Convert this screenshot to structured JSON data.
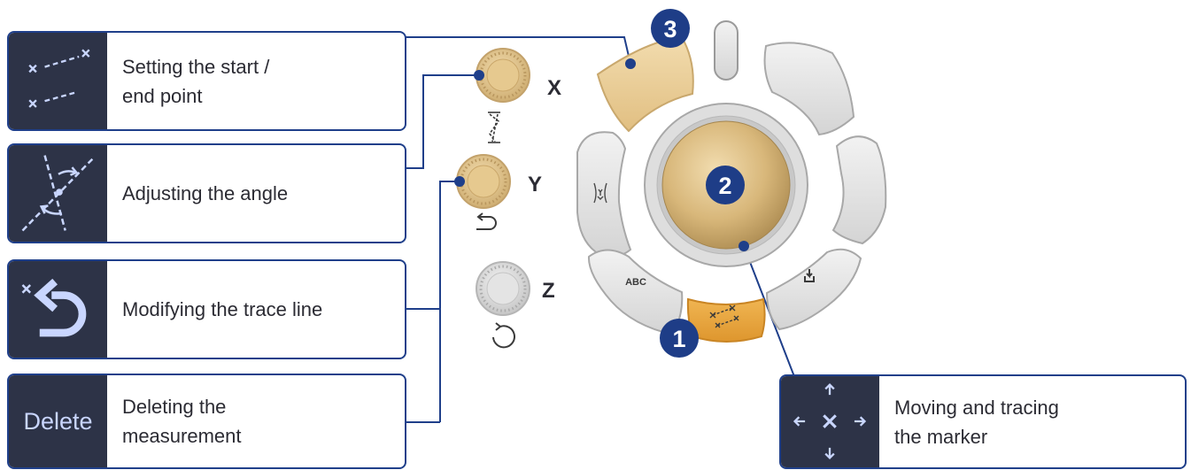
{
  "cards": {
    "set_points": {
      "label": "Setting the start /\nend point"
    },
    "adjust_angle": {
      "label": "Adjusting the angle"
    },
    "modify_trace": {
      "label": "Modifying the trace line"
    },
    "delete": {
      "label": "Deleting the\nmeasurement",
      "icon_text": "Delete"
    },
    "move_marker": {
      "label": "Moving and tracing\nthe marker"
    }
  },
  "knobs": {
    "x": "X",
    "y": "Y",
    "z": "Z"
  },
  "badges": {
    "one": "1",
    "two": "2",
    "three": "3"
  },
  "buttons": {
    "abc": "ABC"
  },
  "colors": {
    "navy": "#1f3f8a",
    "icon_bg": "#2d3347",
    "gold": "#e8c98c",
    "orange": "#e8a23a",
    "badge": "#1e3d87"
  }
}
